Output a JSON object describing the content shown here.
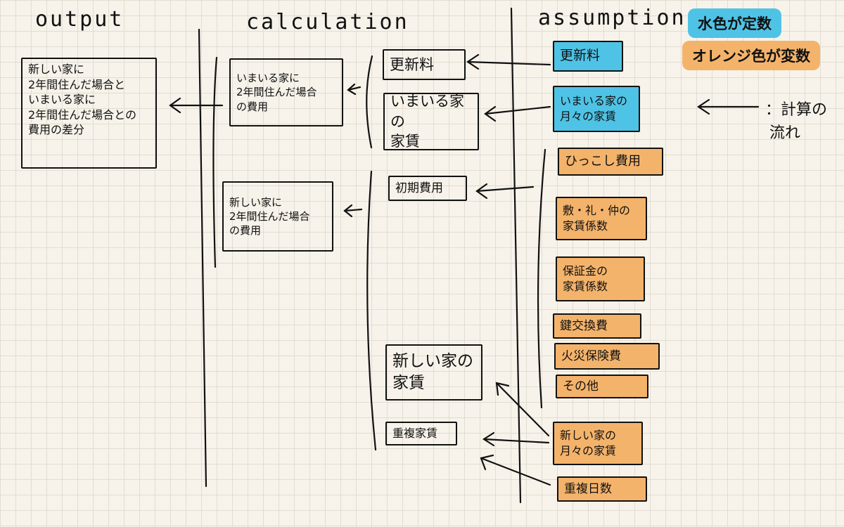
{
  "headers": {
    "output": "output",
    "calculation": "calculation",
    "assumption": "assumption"
  },
  "legend": {
    "constant": "水色が定数",
    "variable": "オレンジ色が変数"
  },
  "note": {
    "line1": "：計算の",
    "line2": "流れ"
  },
  "output": {
    "difference": "新しい家に\n2年間住んだ場合と\nいまいる家に\n2年間住んだ場合との\n費用の差分"
  },
  "calculation": {
    "current_cost": "いまいる家に\n2年間住んだ場合\nの費用",
    "new_cost": "新しい家に\n2年間住んだ場合\nの費用",
    "renewal_fee": "更新料",
    "current_rent": "いまいる家の\n家賃",
    "initial_cost": "初期費用",
    "new_rent": "新しい家の\n家賃",
    "overlap_rent": "重複家賃"
  },
  "assumption": {
    "renewal_fee": "更新料",
    "current_monthly_rent": "いまいる家の\n月々の家賃",
    "moving_cost": "ひっこし費用",
    "deposit_coef": "敷・礼・仲の\n家賃係数",
    "guarantee_coef": "保証金の\n家賃係数",
    "key_exchange": "鍵交換費",
    "fire_insurance": "火災保険費",
    "other": "その他",
    "new_monthly_rent": "新しい家の\n月々の家賃",
    "overlap_days": "重複日数"
  },
  "colors": {
    "constant": "#4fc3e6",
    "variable": "#f4b36b",
    "ink": "#111111"
  }
}
